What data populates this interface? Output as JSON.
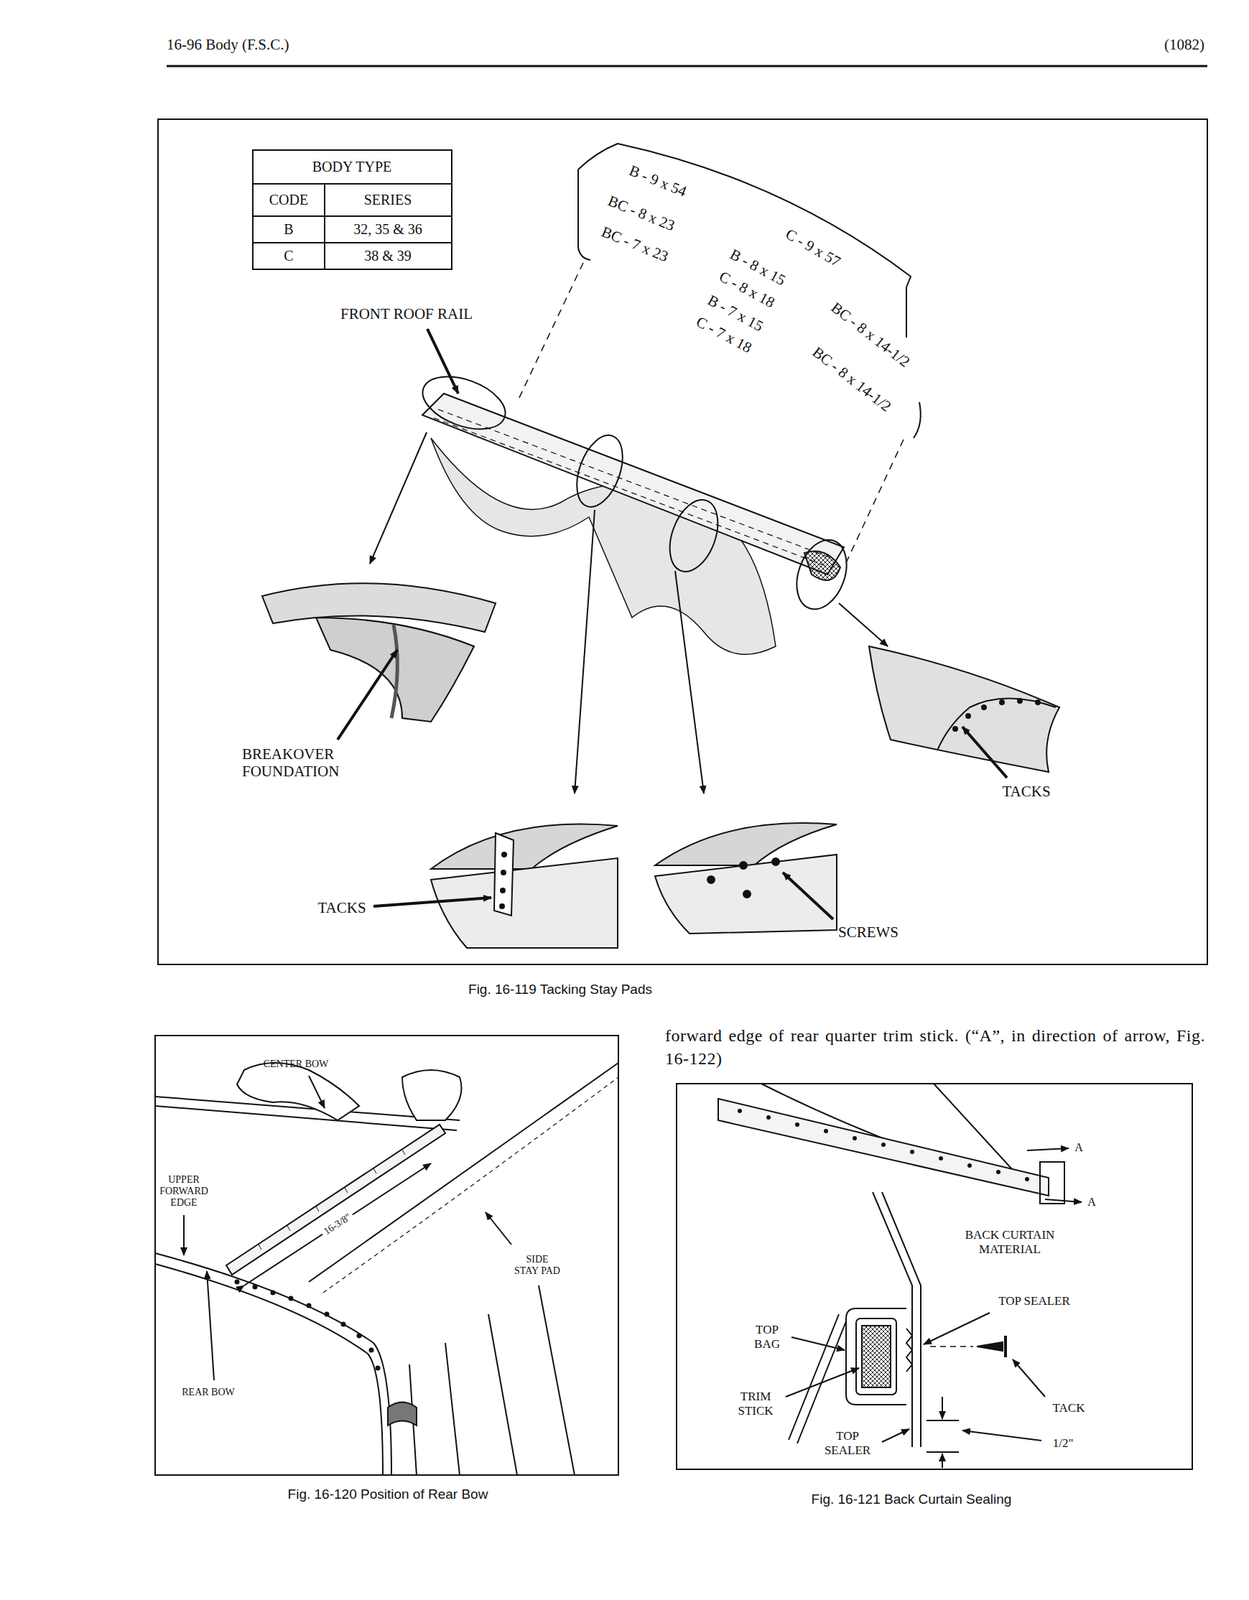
{
  "diagram": {
    "labels": [
      "16-96 Body (F.S.C.)",
      "(1082)",
      "BODY TYPE",
      "CODE",
      "SERIES",
      "B",
      "32, 35 & 36",
      "C",
      "38 & 39",
      "B - 9 x 54",
      "C - 9 x 57",
      "BC - 8 x 23",
      "B - 8 x 15",
      "C - 8 x 18",
      "BC - 8 x 14-1/2",
      "BC - 7 x 23",
      "B - 7 x 15",
      "C - 7 x 18",
      "BC - 8 x 14-1/2",
      "FRONT ROOF RAIL",
      "BREAKOVER FOUNDATION",
      "TACKS",
      "TACKS",
      "SCREWS",
      "Fig. 16-119 Tacking Stay Pads",
      "CENTER BOW",
      "UPPER FORWARD EDGE",
      "16-3/8\"",
      "SIDE STAY PAD",
      "REAR BOW",
      "Fig. 16-120 Position of Rear Bow",
      "forward edge of rear quarter trim stick. (“A”, in direction of arrow, Fig. 16-122)",
      "A",
      "A",
      "BACK CURTAIN MATERIAL",
      "TOP SEALER",
      "TOP BAG",
      "TRIM STICK",
      "TACK",
      "TOP SEALER",
      "1/2\"",
      "Fig. 16-121 Back Curtain Sealing"
    ]
  }
}
